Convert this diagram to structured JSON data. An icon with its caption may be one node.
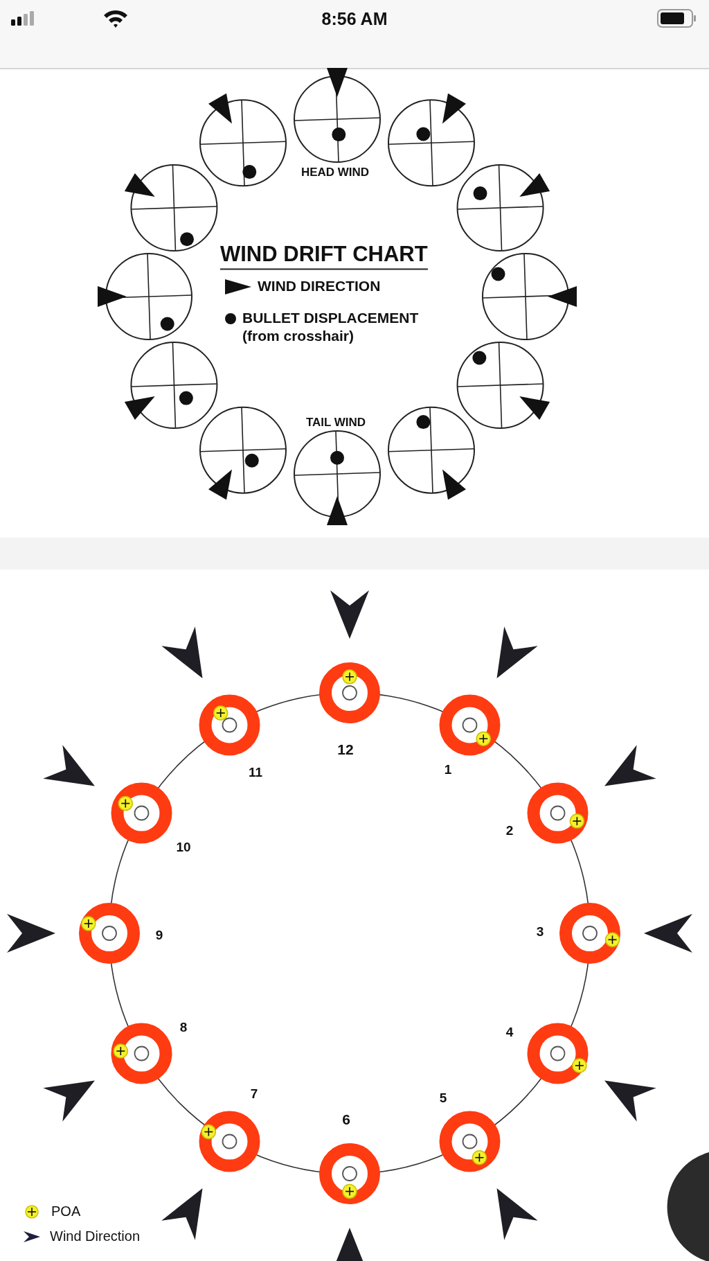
{
  "diagram": {
    "title": "WIND DRIFT CHART",
    "nodes": [
      {
        "text": [],
        "shape": "bar"
      }
    ],
    "labels": [
      "8:56 AM",
      "HEAD WIND",
      "TAIL WIND",
      "12",
      "11",
      "1",
      "10",
      "2",
      "9",
      "3",
      "8",
      "4",
      "7",
      "5",
      "6"
    ],
    "legend": [
      {
        "text": "WIND DIRECTION"
      },
      {
        "text": "BULLET DISPLACEMENT (from crosshair)"
      },
      {
        "text": "POA"
      },
      {
        "text": "Wind Direction"
      }
    ]
  }
}
